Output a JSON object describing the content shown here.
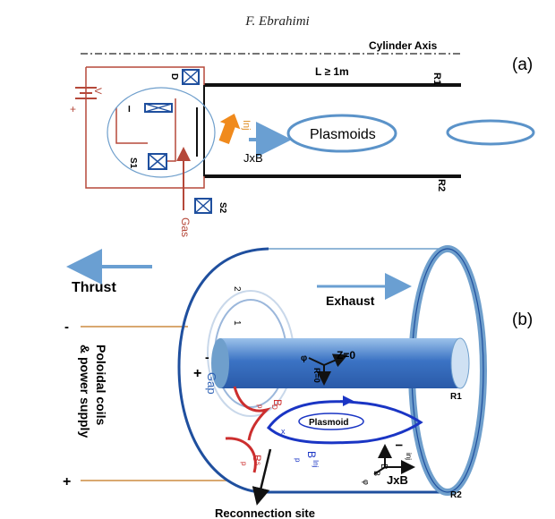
{
  "header": {
    "author": "F. Ebrahimi"
  },
  "panel_a": {
    "label": "(a)",
    "cylinder_axis": "Cylinder Axis",
    "length": "L ≥ 1m",
    "r1": "R1",
    "r2": "R2",
    "voltage": "V",
    "plus": "+",
    "coil_d": "D",
    "coil_i": "I",
    "coil_s1": "S1",
    "coil_s2": "S2",
    "inj": "Inj",
    "plasmoids": "Plasmoids",
    "jxb": "JxB",
    "gas": "Gas"
  },
  "panel_b": {
    "label": "(b)",
    "thrust": "Thrust",
    "exhaust": "Exhaust",
    "coils_line1": "Poloidal coils",
    "coils_line2": "& power supply",
    "minus": "-",
    "plus": "+",
    "plus_gap": "+",
    "gap": "Gap",
    "minus_gap": "-",
    "num_1": "1",
    "num_2": "2",
    "phi": "φ",
    "z0": "Z=0",
    "r0": "R=0",
    "r1": "R1",
    "r2": "R2",
    "plasmoid": "Plasmoid",
    "bp": "B",
    "bp_sub": "p",
    "d_sup": "D",
    "s_sup": "s",
    "inj_sup": "Inj",
    "x_point": "x",
    "i_inj": "I",
    "i_inj_sub": "inj",
    "b_b": "B",
    "b_b2": "B",
    "phi2": "φ",
    "jxb": "JxB",
    "reconnection": "Reconnection site"
  },
  "colors": {
    "circuit": "#b5483a",
    "electrode": "#111111",
    "coil_blue": "#1f4f9e",
    "plasmoid_blue": "#5b93c9",
    "arrow_blue": "#6a9fd2",
    "inj_orange": "#f08a1c",
    "field_red": "#cc2e2e",
    "field_blue": "#1a35c4",
    "cylinder_rim": "#6f9fcc",
    "cylinder_body": "#3b73c4",
    "wire_orange": "#d9a870"
  }
}
